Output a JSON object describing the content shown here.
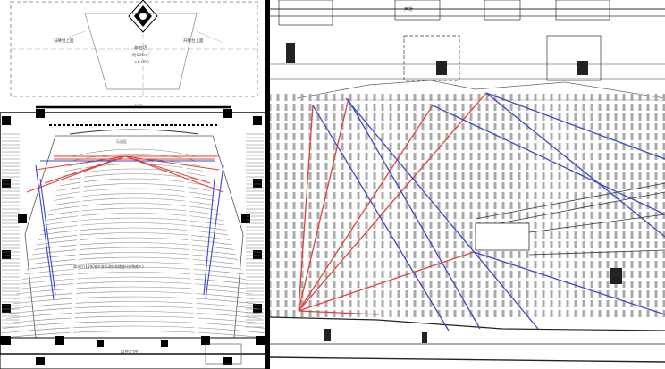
{
  "plan": {
    "stage_label": "舞台区",
    "stage_area": "约195m²",
    "stage_elev": "±0.000",
    "side_left": "升降台上面",
    "side_right": "升降台上面",
    "proscenium": "台口",
    "pit": "乐池区",
    "seats_note": "观众厅(1200座)(含乐池)(含楼座)(含残疾人)",
    "lobby": "前厅/门厅",
    "colors": {
      "red": "#e2413a",
      "blue": "#3b49c8"
    }
  },
  "section": {
    "top_label": "声桥",
    "colors": {
      "red": "#e2413a",
      "blue": "#3b49c8"
    }
  }
}
